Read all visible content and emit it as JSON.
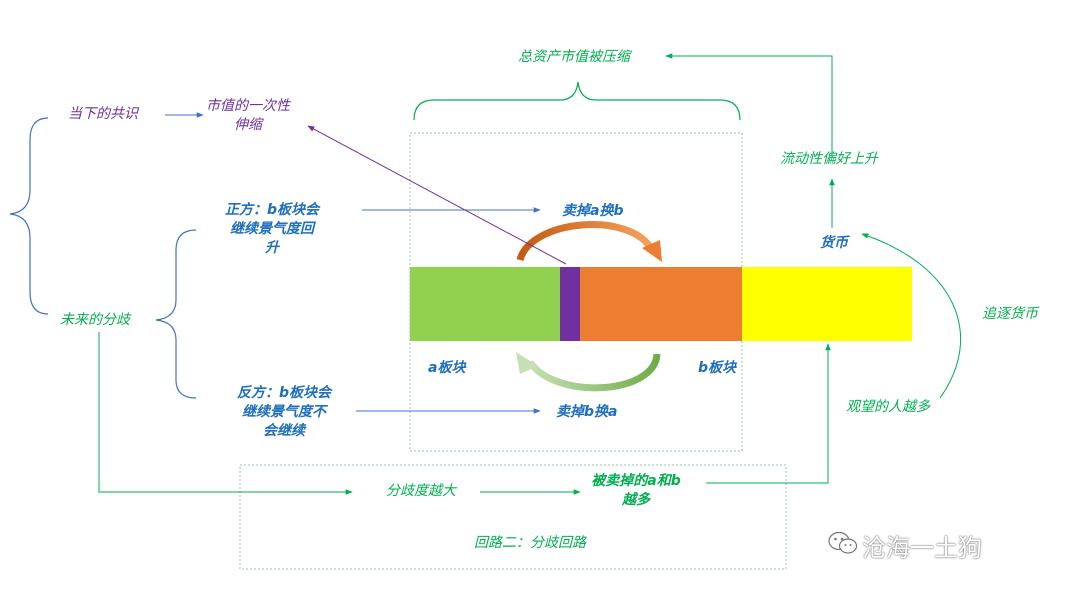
{
  "labels": {
    "total_assets": "总资产市值被压缩",
    "current_consensus": "当下的共识",
    "market_cap_line1": "市值的一次性",
    "market_cap_line2": "伸缩",
    "positive_line1": "正方：b板块会",
    "positive_line2": "继续景气度回",
    "positive_line3": "升",
    "future_divergence": "未来的分歧",
    "negative_line1": "反方：b板块会",
    "negative_line2": "继续景气度不",
    "negative_line3": "会继续",
    "sell_a_buy_b": "卖掉a换b",
    "sell_b_buy_a": "卖掉b换a",
    "sector_a": "a板块",
    "sector_b": "b板块",
    "liquidity": "流动性偏好上升",
    "currency": "货币",
    "chase_currency": "追逐货币",
    "wait_and_see": "观望的人越多",
    "divergence_larger": "分歧度越大",
    "sold_line1": "被卖掉的a和b",
    "sold_line2": "越多",
    "loop_two": "回路二：分歧回路",
    "watermark": "沧海一土狗"
  },
  "colors": {
    "sector_a": "#92D050",
    "purple_strip": "#7030A0",
    "sector_b": "#ED7D31",
    "currency_yellow": "#FFFF00",
    "green_text": "#00B050",
    "purple_text": "#7030A0",
    "blue_text": "#1F6FC0",
    "arrow_blue": "#4472C4",
    "arrow_orange": "#E07A2F",
    "arrow_green": "#92D050"
  }
}
